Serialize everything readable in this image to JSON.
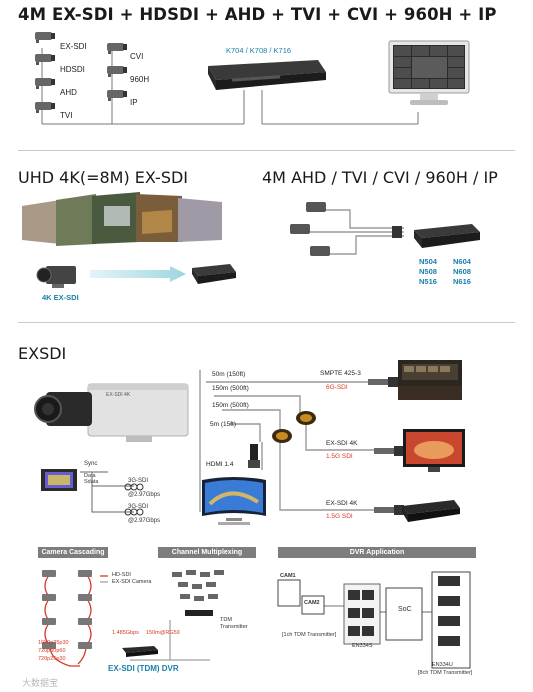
{
  "section1": {
    "title": "4M EX-SDI + HDSDI + AHD + TVI + CVI + 960H + IP",
    "cam_labels_left": [
      "EX-SDI",
      "HDSDI",
      "AHD",
      "TVI"
    ],
    "cam_labels_right": [
      "CVI",
      "960H",
      "IP"
    ],
    "dvr_models": "K704 / K708 / K716"
  },
  "section2": {
    "title_left": "UHD 4K(=8M) EX-SDI",
    "camera_label": "4K EX-SDI",
    "title_right": "4M AHD / TVI / CVI / 960H / IP",
    "models_col1": [
      "N504",
      "N508",
      "N516"
    ],
    "models_col2": [
      "N604",
      "N608",
      "N616"
    ]
  },
  "section3": {
    "title": "EXSDI",
    "distances": [
      "50m (150ft)",
      "150m (500ft)",
      "150m (500ft)",
      "5m (15ft)"
    ],
    "standard": "SMPTE 425-3",
    "sdi_6g": "6G-SDI",
    "out1_label": "EX-SDI 4K",
    "out1_rate": "1.5G SDI",
    "out2_label": "EX-SDI 4K",
    "out2_rate": "1.5G SDI",
    "hdmi": "HDMI 1.4",
    "sync": "Sync",
    "data_label_1": "Data",
    "data_label_2": "Sdata",
    "sdi_a": "3G-SDI",
    "rate_a": "@2.97Gbps",
    "sdi_b": "3G-SDI",
    "rate_b": "@2.97Gbps"
  },
  "section4": {
    "panel1_title": "Camera Cascading",
    "legend_hd": "HD-SDI",
    "legend_ex": "EX-SDI Camera",
    "resolutions": [
      "1080p25p30",
      "720p50p60",
      "720p25p30"
    ],
    "rate_1485": "1.485Gbps",
    "dist_150": "150m@RG59",
    "dvr_label": "EX-SDI (TDM) DVR",
    "panel2_title": "Channel Multiplexing",
    "tdm_tx": "TDM",
    "tdm_tx2": "Transmitter",
    "panel3_title": "DVR Application",
    "cam1": "CAM1",
    "cam2": "CAM2",
    "soc": "SoC",
    "tdm_1ch": "[1ch TDM Transmitter]",
    "en334s": "EN334S",
    "en334u": "EN334U",
    "tdm_8ch": "[8ch TDM Transmitter]",
    "watermark": "大数据宝"
  },
  "colors": {
    "blue_label": "#1a7fa8",
    "red_label": "#d63a2a",
    "panel_header": "#7d7d7d"
  }
}
